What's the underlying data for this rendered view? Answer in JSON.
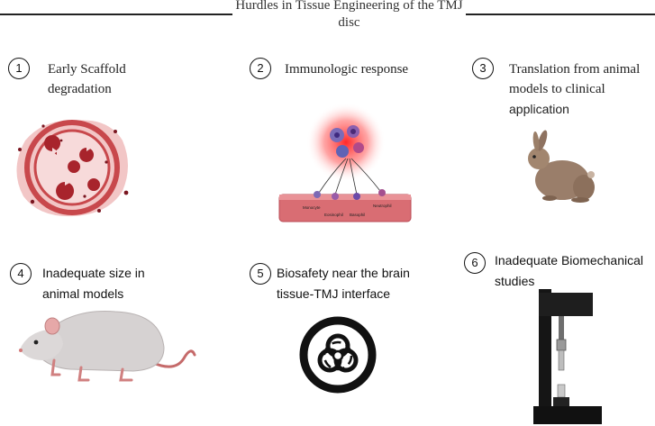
{
  "title": "Hurdles in Tissue Engineering of the TMJ disc",
  "hurdles": [
    {
      "number": "1",
      "label_line1": "Early Scaffold",
      "label_line2": "degradation"
    },
    {
      "number": "2",
      "label_line1": "Immunologic response"
    },
    {
      "number": "3",
      "label_line1": "Translation from animal",
      "label_line2": "models to clinical",
      "label_line3": "application"
    },
    {
      "number": "4",
      "label_line1": "Inadequate size in",
      "label_line2": "animal models"
    },
    {
      "number": "5",
      "label_line1": "Biosafety near the brain",
      "label_line2": "tissue-TMJ interface"
    },
    {
      "number": "6",
      "label_line1": "Inadequate Biomechanical",
      "label_line2": "studies"
    }
  ],
  "immune_cells": [
    "Monocyte",
    "Eosinophil",
    "Basophil",
    "Neutrophil"
  ],
  "colors": {
    "scaffold_ring": "#c8484c",
    "scaffold_glow": "#f1c2c2",
    "inflammation": "#ff2020",
    "vessel": "#d96d73",
    "rabbit": "#9a7e6a",
    "rat": "#d6d2d2",
    "biohazard": "#111111"
  }
}
